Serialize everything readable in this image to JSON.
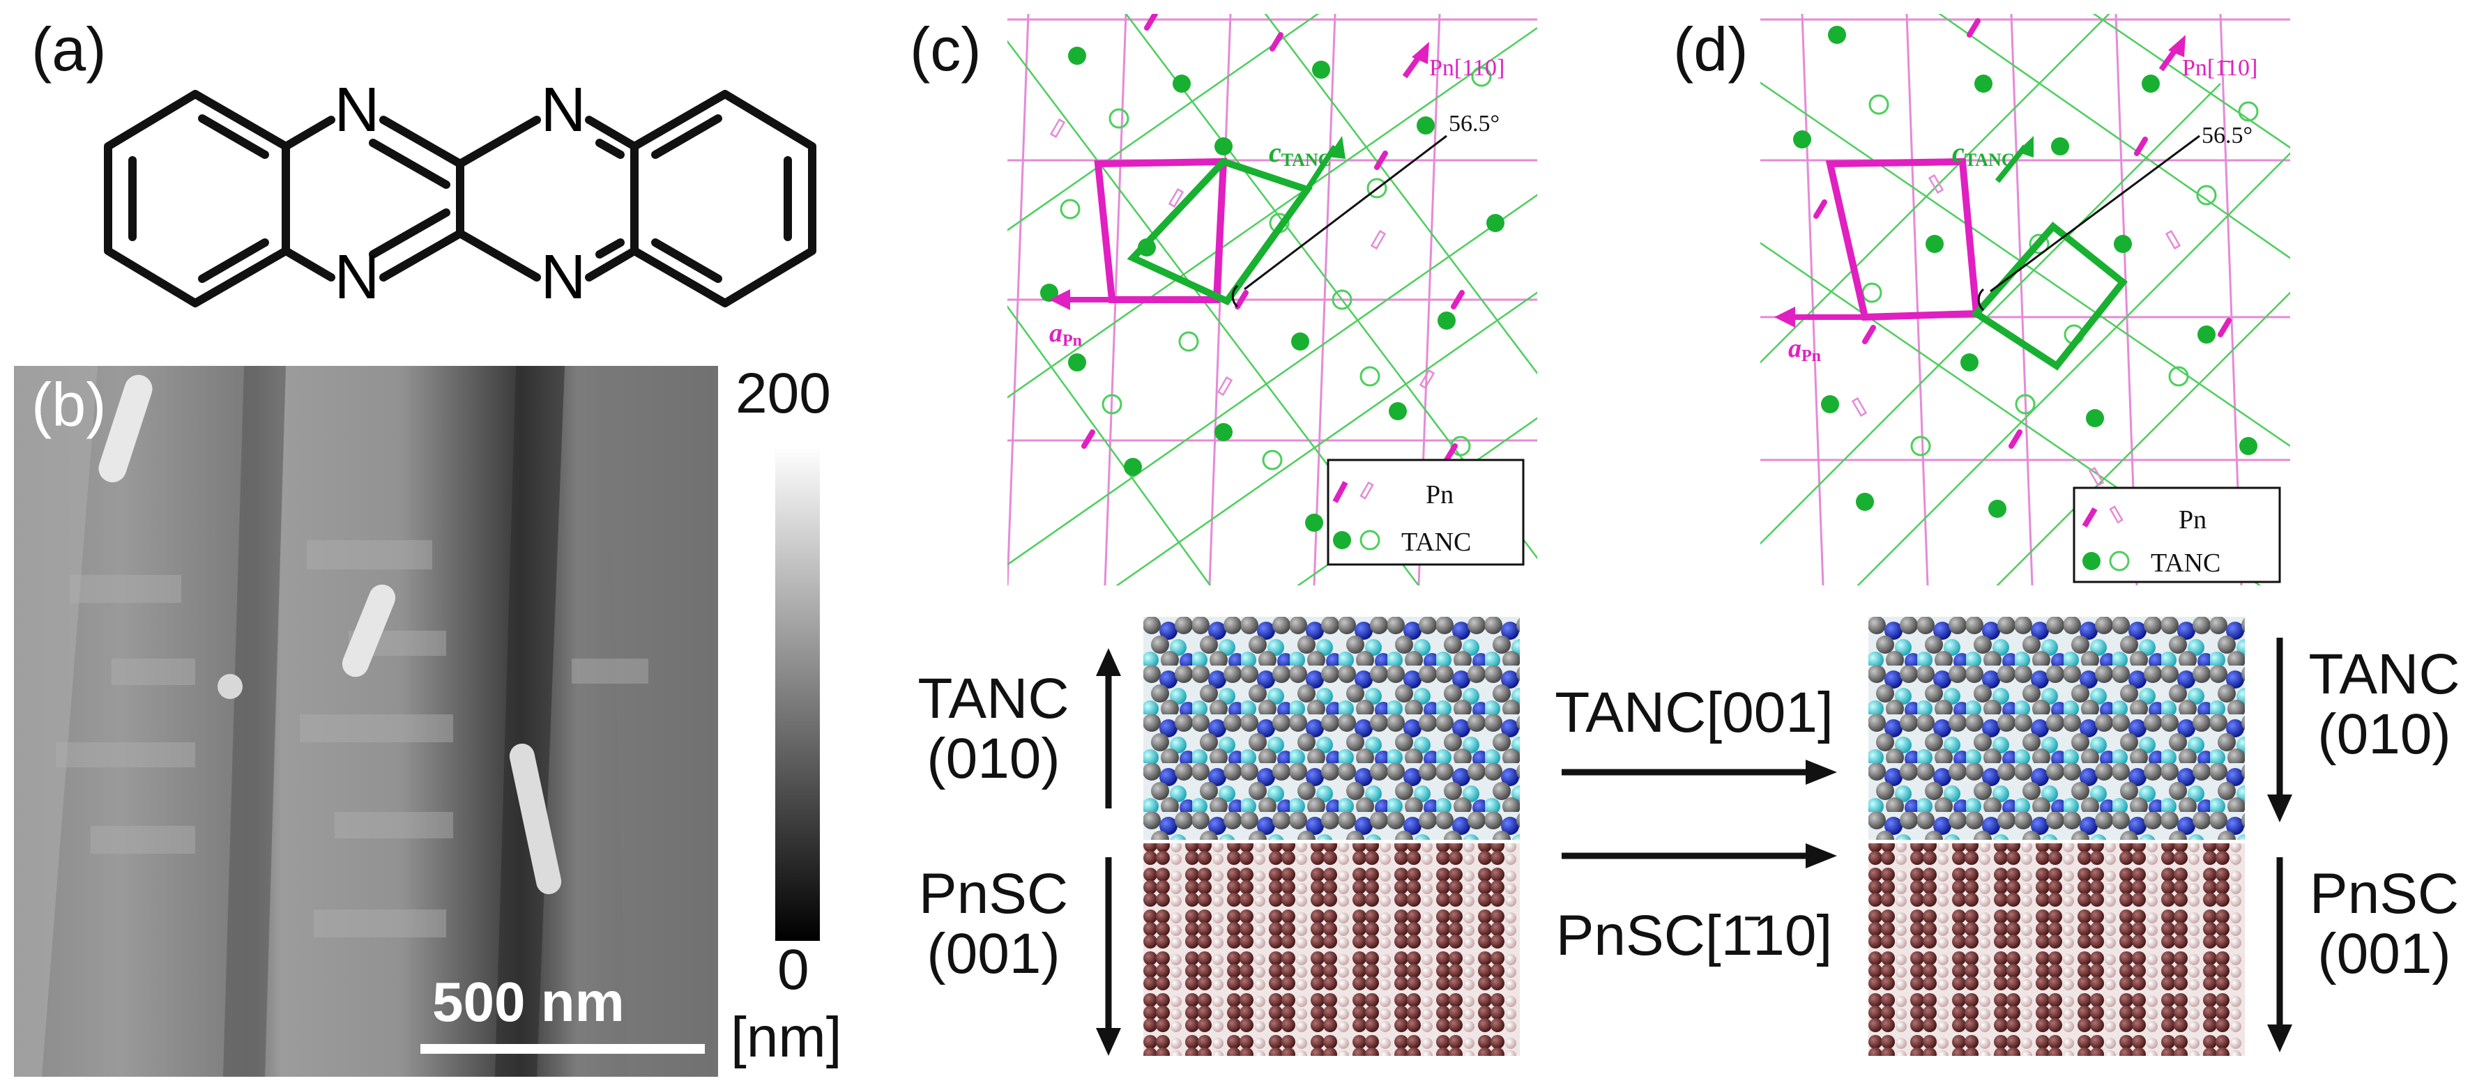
{
  "panels": {
    "a": "(a)",
    "b": "(b)",
    "c": "(c)",
    "d": "(d)"
  },
  "molecule": {
    "atoms": [
      "N",
      "N",
      "N",
      "N"
    ]
  },
  "afm": {
    "colorbar_max": "200",
    "colorbar_min": "0",
    "colorbar_unit": "[nm]",
    "scalebar_label": "500 nm"
  },
  "lattice_c": {
    "pn_direction": "Pn[110]",
    "tanc_axis_main": "c",
    "tanc_axis_sub": "TANC",
    "pn_axis_main": "a",
    "pn_axis_sub": "Pn",
    "angle": "56.5°",
    "legend": [
      "Pn",
      "TANC"
    ]
  },
  "lattice_d": {
    "pn_direction": "Pn[1̄10]",
    "tanc_axis_main": "c",
    "tanc_axis_sub": "TANC",
    "pn_axis_main": "a",
    "pn_axis_sub": "Pn",
    "angle": "56.5°",
    "legend": [
      "Pn",
      "TANC"
    ]
  },
  "stack": {
    "left_top_line1": "TANC",
    "left_top_line2": "(010)",
    "left_bottom_line1": "PnSC",
    "left_bottom_line2": "(001)",
    "center_top": "TANC[001]",
    "center_bottom": "PnSC[1̄10]",
    "right_top_line1": "TANC",
    "right_top_line2": "(010)",
    "right_bottom_line1": "PnSC",
    "right_bottom_line2": "(001)"
  },
  "colors": {
    "pn": "#e020c0",
    "tanc": "#18b030",
    "nitrogen": "#1030c0",
    "pn_crystal": "#6a2a2a"
  }
}
